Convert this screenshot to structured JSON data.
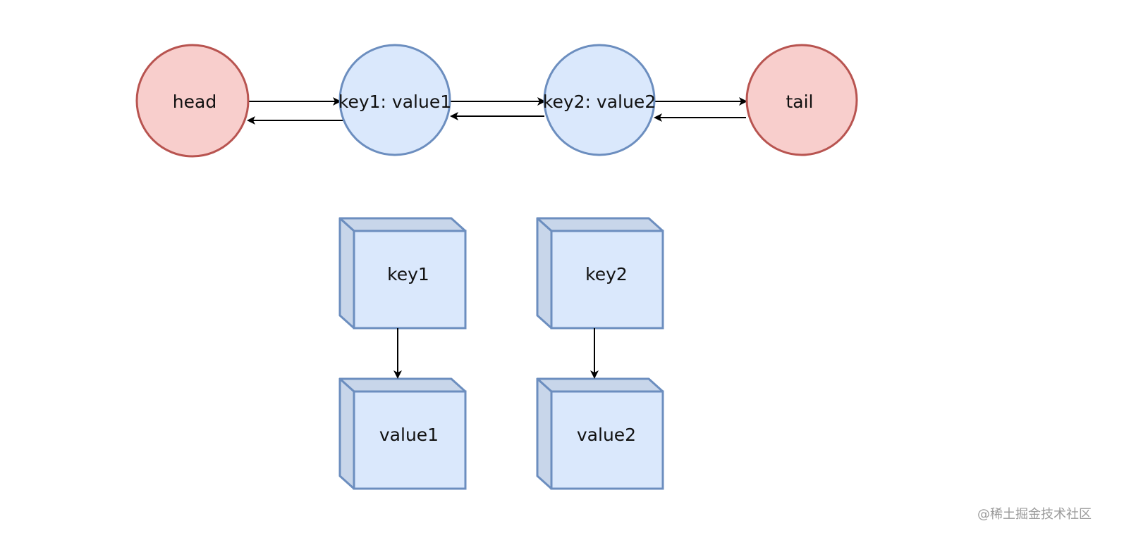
{
  "nodes": {
    "head": "head",
    "key1_value1": "key1: value1",
    "key2_value2": "key2: value2",
    "tail": "tail",
    "key1": "key1",
    "key2": "key2",
    "value1": "value1",
    "value2": "value2"
  },
  "colors": {
    "terminal_fill": "#f8cecc",
    "terminal_stroke": "#b85450",
    "node_fill": "#dae8fc",
    "node_stroke": "#6c8ebf",
    "arrow": "#000000"
  },
  "watermark": "@稀土掘金技术社区"
}
